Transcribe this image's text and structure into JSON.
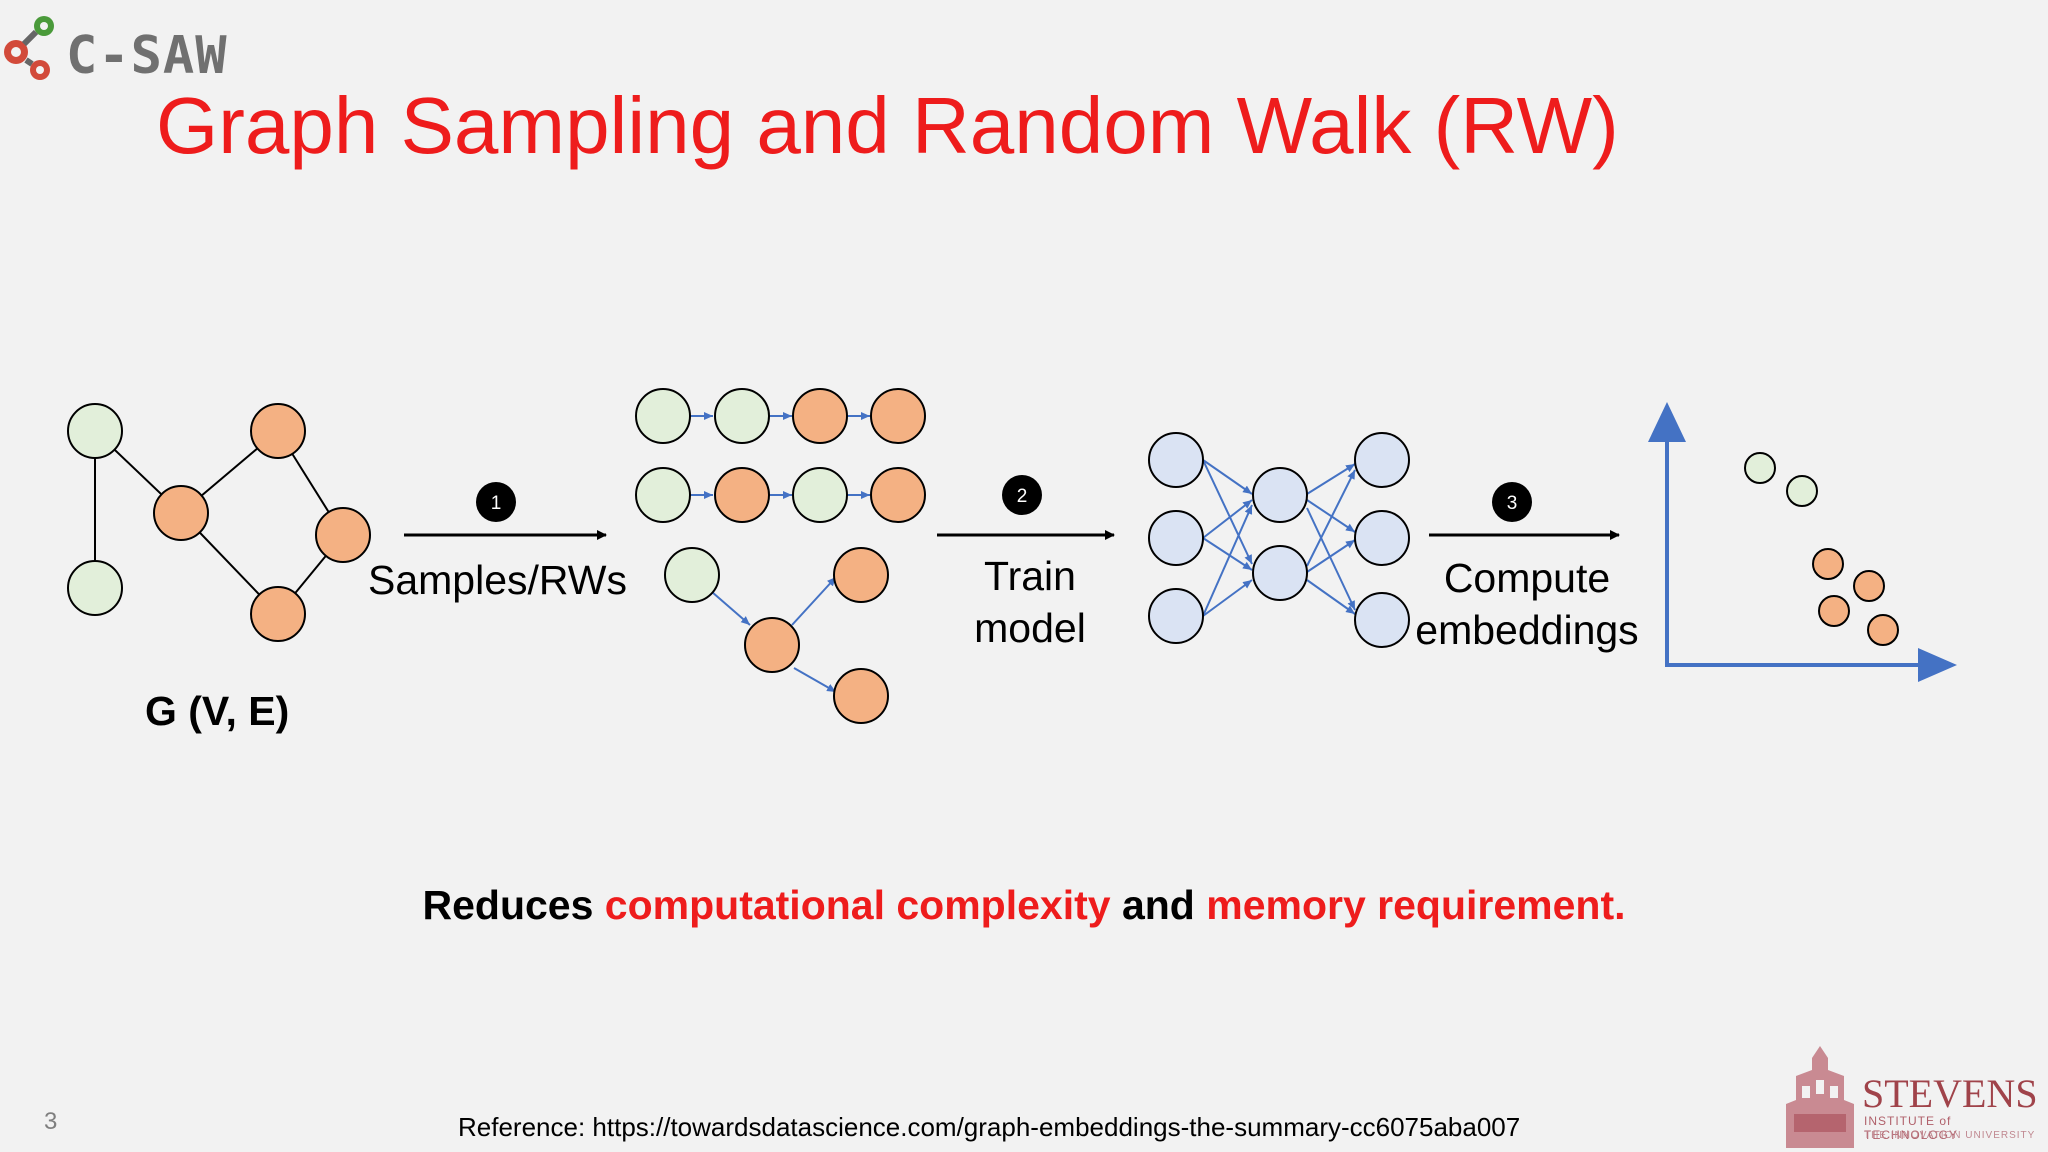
{
  "logo": {
    "text": "C-SAW"
  },
  "title": "Graph Sampling and Random Walk (RW)",
  "graph_label": "G (V, E)",
  "steps": [
    {
      "number": "1",
      "label": "Samples/RWs"
    },
    {
      "number": "2",
      "label_line1": "Train",
      "label_line2": "model"
    },
    {
      "number": "3",
      "label_line1": "Compute",
      "label_line2": "embeddings"
    }
  ],
  "tagline": {
    "part1": "Reduces ",
    "part2": "computational complexity",
    "part3": " and ",
    "part4": "memory requirement."
  },
  "page_number": "3",
  "reference": "Reference: https://towardsdatascience.com/graph-embeddings-the-summary-cc6075aba007",
  "stevens": {
    "name": "STEVENS",
    "subtitle": "INSTITUTE of TECHNOLOGY",
    "subtitle2": "THE INNOVATION UNIVERSITY"
  },
  "colors": {
    "title_red": "#ee1c1c",
    "node_green": "#e2efda",
    "node_orange": "#f4b183",
    "node_blue": "#dae3f3",
    "arrow_blue": "#4472c4"
  }
}
